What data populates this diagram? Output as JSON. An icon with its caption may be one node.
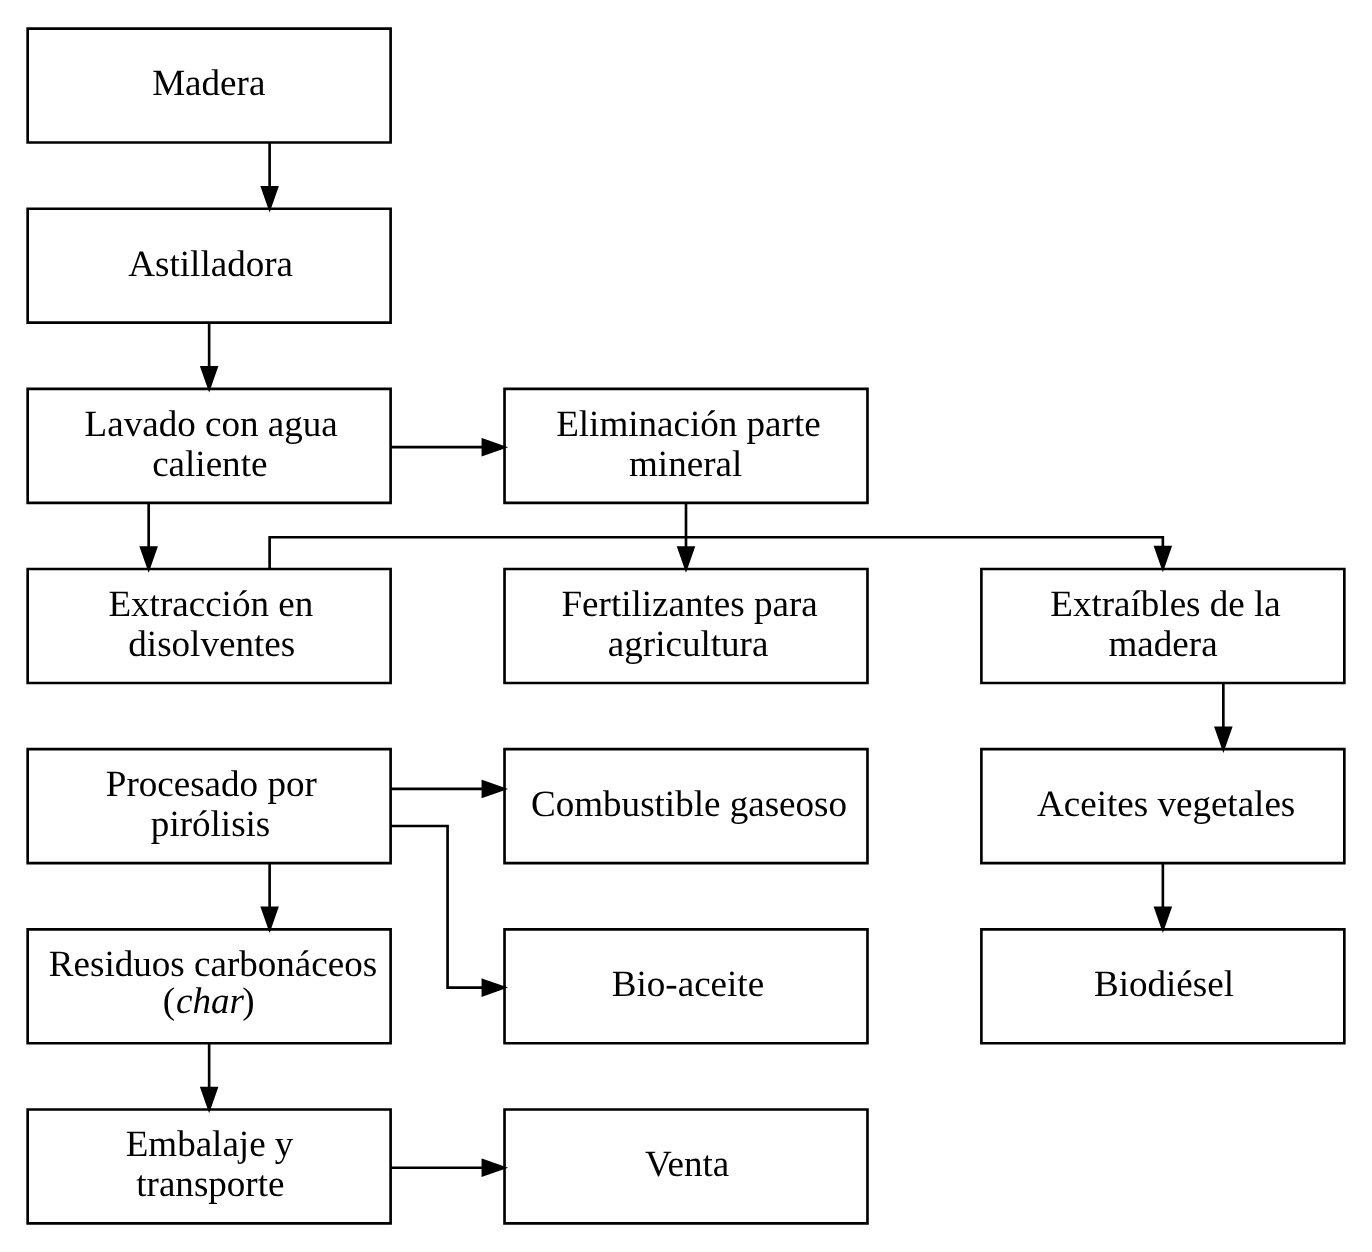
{
  "diagram": {
    "nodes": [
      {
        "text": [
          "Madera"
        ]
      },
      {
        "text": [
          "Astilladora"
        ]
      },
      {
        "text": [
          "Lavado con agua caliente"
        ]
      },
      {
        "text": [
          "Eliminación parte mineral"
        ]
      },
      {
        "text": [
          "Extraíbles de la madera"
        ]
      },
      {
        "text": [
          "Extracción en disolventes"
        ]
      },
      {
        "text": [
          "Fertilizantes para agricultura"
        ]
      },
      {
        "text": [
          "Aceites vegetales"
        ]
      },
      {
        "text": [
          "Procesado por pirólisis"
        ]
      },
      {
        "text": [
          "Combustible gaseoso"
        ]
      },
      {
        "text": [
          "Biodiésel"
        ]
      },
      {
        "text": [
          "Bio-aceite"
        ]
      },
      {
        "text": [
          "Residuos carbonáceos (*char*)"
        ]
      },
      {
        "text": [
          "Embalaje y transporte"
        ]
      },
      {
        "text": [
          "Venta"
        ]
      }
    ],
    "edges": [
      {
        "from": 0,
        "to": 1,
        "arrow": "to"
      },
      {
        "from": 1,
        "to": 2,
        "arrow": "to"
      },
      {
        "from": 2,
        "to": 3,
        "arrow": "to"
      },
      {
        "from": 2,
        "to": 5,
        "arrow": "to"
      },
      {
        "from": 3,
        "to": 6,
        "arrow": "to"
      },
      {
        "from": 5,
        "to": 4,
        "arrow": "to"
      },
      {
        "from": 4,
        "to": 7,
        "arrow": "to"
      },
      {
        "from": 7,
        "to": 10,
        "arrow": "to"
      },
      {
        "from": 8,
        "to": 9,
        "arrow": "to"
      },
      {
        "from": 8,
        "to": 11,
        "arrow": "to"
      },
      {
        "from": 8,
        "to": 12,
        "arrow": "to"
      },
      {
        "from": 12,
        "to": 13,
        "arrow": "to"
      },
      {
        "from": 13,
        "to": 14,
        "arrow": "to"
      }
    ]
  }
}
